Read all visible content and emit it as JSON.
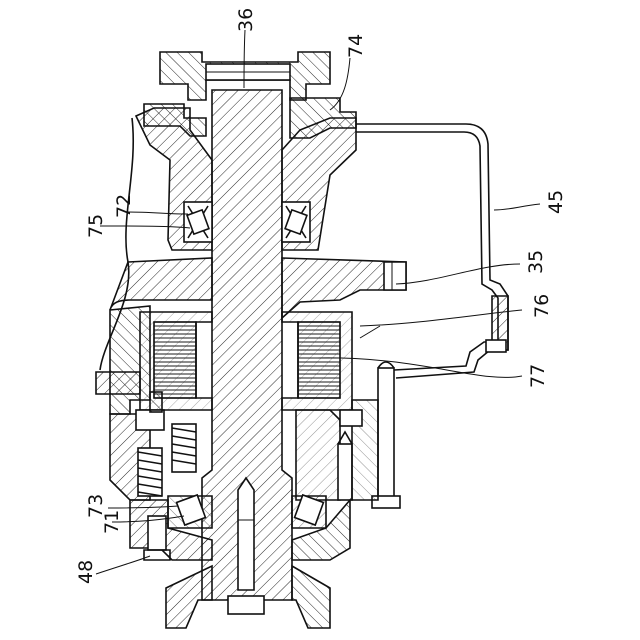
{
  "labels": {
    "l36": "36",
    "l74": "74",
    "l72": "72",
    "l75": "75",
    "l45": "45",
    "l35": "35",
    "l76": "76",
    "l77": "77",
    "l73": "73",
    "l71": "71",
    "l48": "48"
  }
}
